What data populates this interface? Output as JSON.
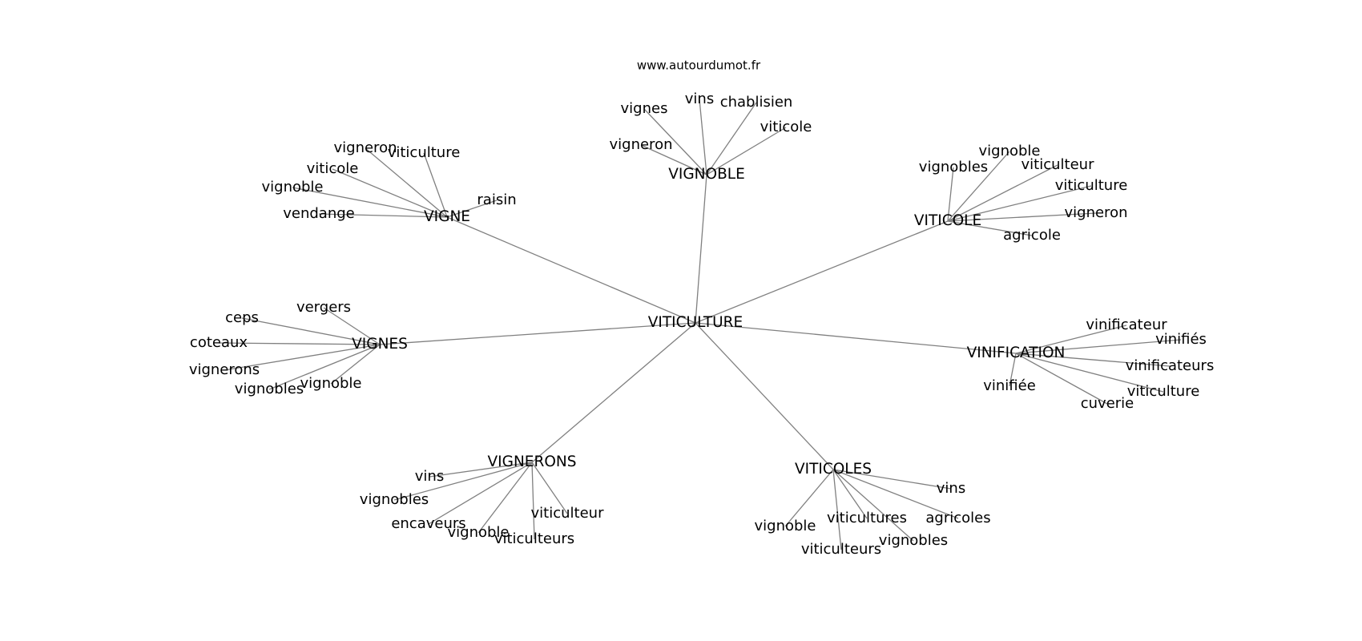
{
  "source": "www.autourdumot.fr",
  "root": "VITICULTURE",
  "hubs": [
    {
      "id": "vignoble_hub",
      "label": "VIGNOBLE",
      "leaves": [
        "vignes",
        "vins",
        "chablisien",
        "viticole",
        "vigneron"
      ]
    },
    {
      "id": "vigne_hub",
      "label": "VIGNE",
      "leaves": [
        "vigneron",
        "viticulture",
        "viticole",
        "vignoble",
        "raisin",
        "vendange"
      ]
    },
    {
      "id": "viticole_hub",
      "label": "VITICOLE",
      "leaves": [
        "vignoble",
        "vignobles",
        "viticulteur",
        "viticulture",
        "vigneron",
        "agricole"
      ]
    },
    {
      "id": "vignes_hub",
      "label": "VIGNES",
      "leaves": [
        "vergers",
        "ceps",
        "coteaux",
        "vignerons",
        "vignobles",
        "vignoble"
      ]
    },
    {
      "id": "vinification_hub",
      "label": "VINIFICATION",
      "leaves": [
        "vinificateur",
        "vinifiés",
        "vinificateurs",
        "viticulture",
        "cuverie",
        "vinifiée"
      ]
    },
    {
      "id": "vignerons_hub",
      "label": "VIGNERONS",
      "leaves": [
        "vins",
        "vignobles",
        "encaveurs",
        "vignoble",
        "viticulteurs",
        "viticulteur"
      ]
    },
    {
      "id": "viticoles_hub",
      "label": "VITICOLES",
      "leaves": [
        "vins",
        "agricoles",
        "vignobles",
        "viticultures",
        "viticulteurs",
        "vignoble"
      ]
    }
  ]
}
